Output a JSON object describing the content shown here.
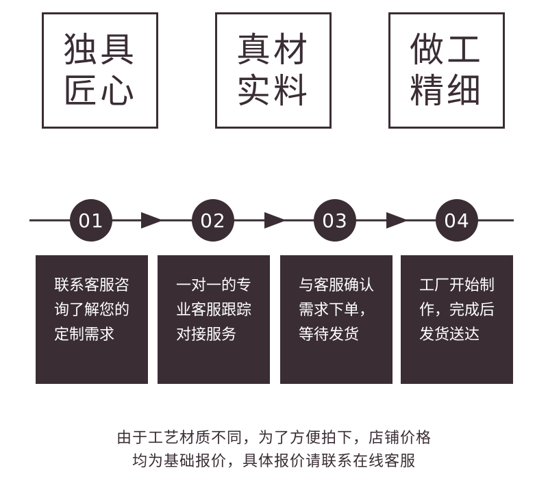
{
  "features": [
    {
      "line1": "独具",
      "line2": "匠心"
    },
    {
      "line1": "真材",
      "line2": "实料"
    },
    {
      "line1": "做工",
      "line2": "精细"
    }
  ],
  "steps": [
    {
      "number": "01",
      "text": "联系客服咨询了解您的定制需求"
    },
    {
      "number": "02",
      "text": "一对一的专业客服跟踪对接服务"
    },
    {
      "number": "03",
      "text": "与客服确认需求下单，等待发货"
    },
    {
      "number": "04",
      "text": "工厂开始制作，完成后发货送达"
    }
  ],
  "notice": {
    "line1": "由于工艺材质不同，为了方便拍下，店铺价格",
    "line2": "均为基础报价，具体报价请联系在线客服"
  },
  "colors": {
    "primary": "#3a2d34",
    "background": "#ffffff"
  }
}
